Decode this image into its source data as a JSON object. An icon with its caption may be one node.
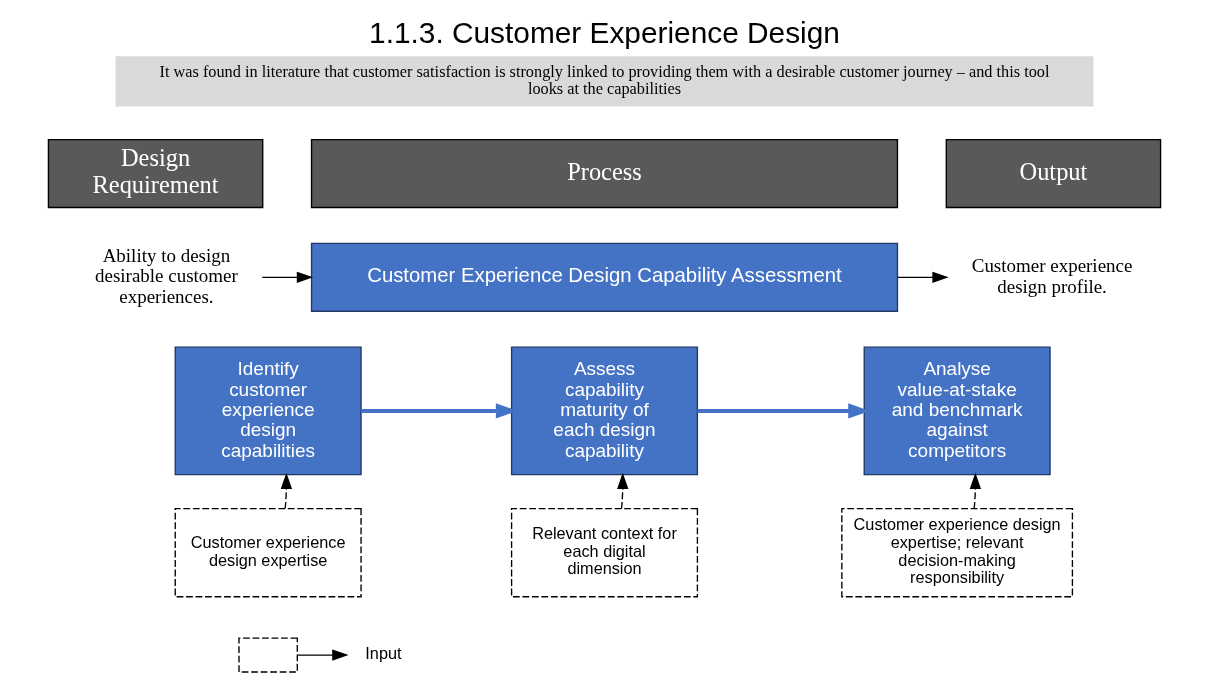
{
  "diagram": {
    "title": "1.1.3. Customer Experience Design",
    "nodes": [
      {
        "text": [
          "Design Requirement"
        ]
      },
      {
        "text": [
          "Process"
        ]
      },
      {
        "text": [
          "Output"
        ]
      },
      {
        "text": [
          "Ability to design desirable customer experiences."
        ]
      },
      {
        "text": [
          "Customer Experience Design Capability Assessment"
        ]
      },
      {
        "text": [
          "Customer experience design profile."
        ]
      },
      {
        "text": [
          "Identify customer experience design capabilities"
        ]
      },
      {
        "text": [
          "Assess capability maturity of each design capability"
        ]
      },
      {
        "text": [
          "Analyse value-at-stake and benchmark against competitors"
        ]
      },
      {
        "text": [
          "Customer experience design expertise"
        ]
      },
      {
        "text": [
          "Relevant context for each digital dimension"
        ]
      },
      {
        "text": [
          "Customer experience design expertise; relevant decision-making responsibility"
        ]
      },
      {
        "text": [],
        "shape": "box"
      },
      {
        "text": [
          "Input"
        ]
      }
    ],
    "edges": [
      {
        "from": 3,
        "to": 4,
        "arrow": "to"
      },
      {
        "from": 4,
        "to": 5,
        "arrow": "to"
      },
      {
        "from": 6,
        "to": 7,
        "arrow": "to",
        "style": "thick",
        "color": "#4472c4"
      },
      {
        "from": 7,
        "to": 8,
        "arrow": "to",
        "style": "thick",
        "color": "#4472c4"
      },
      {
        "from": 9,
        "to": 6,
        "arrow": "to",
        "style": "dashed"
      },
      {
        "from": 10,
        "to": 7,
        "arrow": "to",
        "style": "dashed"
      },
      {
        "from": 11,
        "to": 8,
        "arrow": "to",
        "style": "dashed"
      },
      {
        "from": 12,
        "to": 13,
        "arrow": "to"
      }
    ],
    "labels": [
      "It was found in literature that customer satisfaction is strongly linked to providing them with a desirable customer journey – and this tool looks at the capabilities"
    ]
  }
}
